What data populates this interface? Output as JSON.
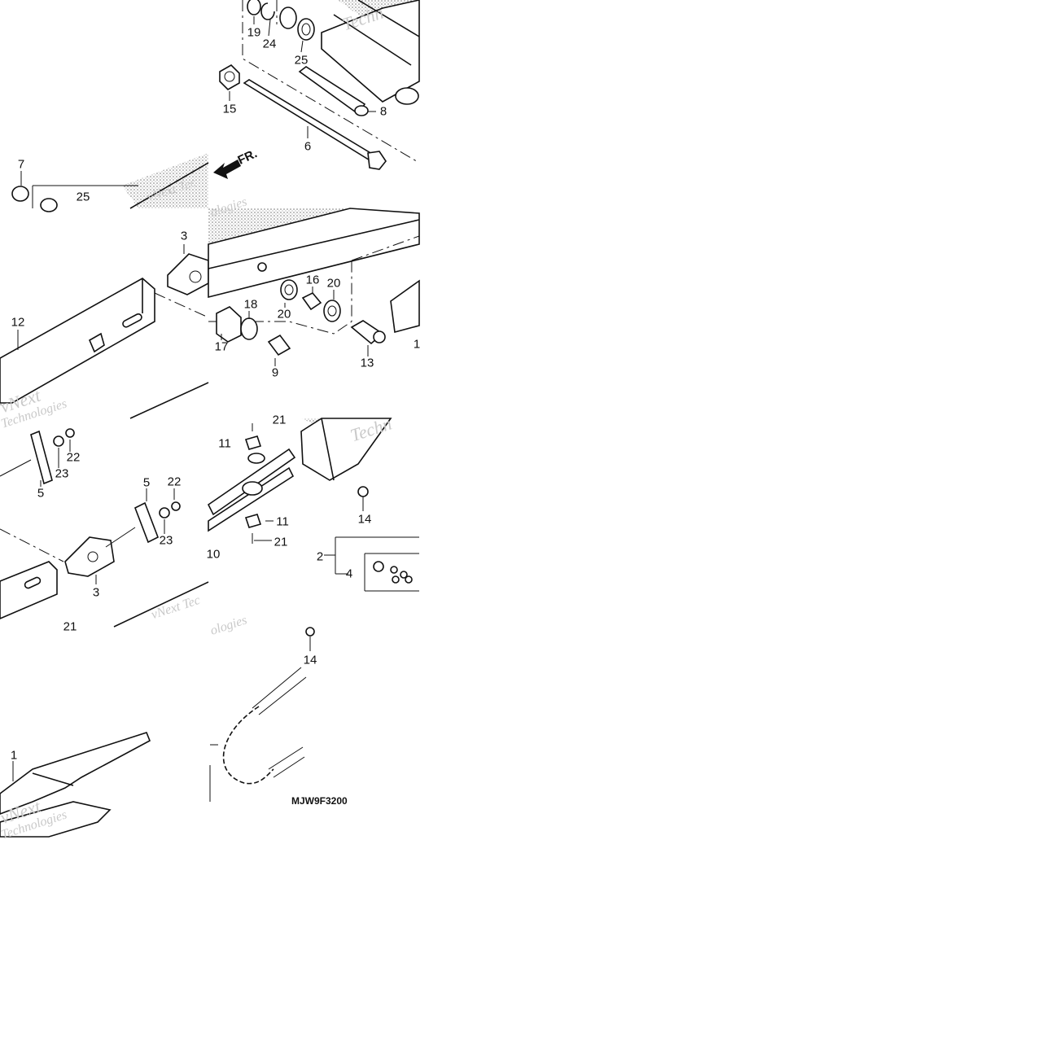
{
  "diagram": {
    "code": "MJW9F3200",
    "direction_label": "FR.",
    "watermarks": [
      "Techn",
      "vNext Tec",
      "ologies",
      "vNext",
      "Technologies",
      "Techn",
      "vNext Tec",
      "ologies",
      "vNext",
      "Technologies"
    ],
    "callouts": {
      "c19": "19",
      "c24": "24",
      "c25a": "25",
      "c15": "15",
      "c8": "8",
      "c6": "6",
      "c7": "7",
      "c25b": "25",
      "c3a": "3",
      "c12": "12",
      "c16": "16",
      "c20a": "20",
      "c18": "18",
      "c20b": "20",
      "c17": "17",
      "c9": "9",
      "c13": "13",
      "c1a": "1",
      "c22a": "22",
      "c23a": "23",
      "c5a": "5",
      "c5b": "5",
      "c22b": "22",
      "c23b": "23",
      "c3b": "3",
      "c21a": "21",
      "c21b": "21",
      "c11a": "11",
      "c14a": "14",
      "c11b": "11",
      "c21c": "21",
      "c10": "10",
      "c2": "2",
      "c4": "4",
      "c14b": "14",
      "c1b": "1"
    }
  }
}
